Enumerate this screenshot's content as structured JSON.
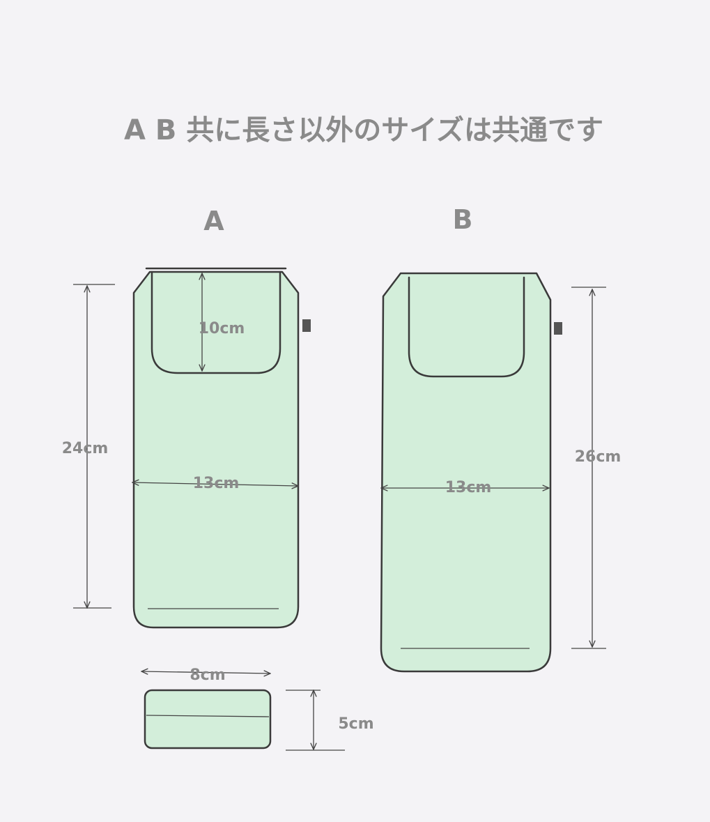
{
  "title": "A B 共に長さ以外のサイズは共通です",
  "labels": {
    "a": "A",
    "b": "B"
  },
  "dimensions": {
    "a_opening_depth": "10cm",
    "a_height": "24cm",
    "a_width": "13cm",
    "b_width": "13cm",
    "b_height": "26cm",
    "base_width": "8cm",
    "base_depth": "5cm"
  },
  "colors": {
    "paper": "#f4f3f6",
    "shading": "#9fdcaa",
    "text": "#8a8a8a",
    "pencil": "#3a3a3a"
  }
}
